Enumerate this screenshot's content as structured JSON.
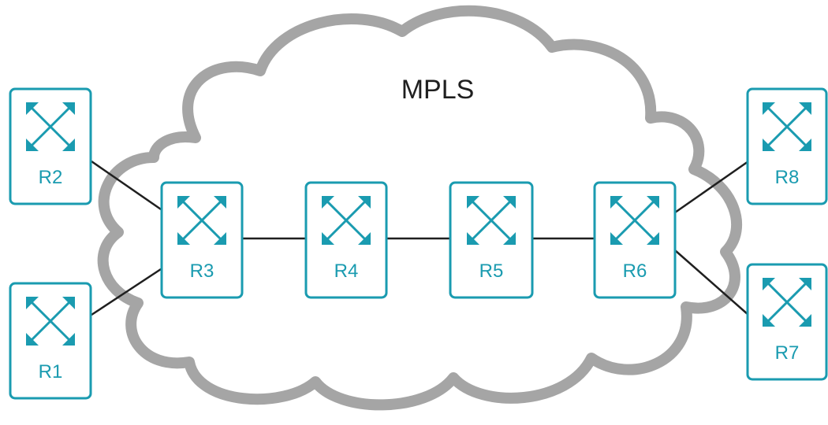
{
  "diagram": {
    "cloud_label": "MPLS",
    "routers": [
      {
        "id": "R1",
        "label": "R1"
      },
      {
        "id": "R2",
        "label": "R2"
      },
      {
        "id": "R3",
        "label": "R3"
      },
      {
        "id": "R4",
        "label": "R4"
      },
      {
        "id": "R5",
        "label": "R5"
      },
      {
        "id": "R6",
        "label": "R6"
      },
      {
        "id": "R7",
        "label": "R7"
      },
      {
        "id": "R8",
        "label": "R8"
      }
    ],
    "links": [
      [
        "R2",
        "R3"
      ],
      [
        "R1",
        "R3"
      ],
      [
        "R3",
        "R4"
      ],
      [
        "R4",
        "R5"
      ],
      [
        "R5",
        "R6"
      ],
      [
        "R6",
        "R8"
      ],
      [
        "R6",
        "R7"
      ]
    ],
    "colors": {
      "router": "#1a9bb0",
      "cloud": "#a5a5a5",
      "link": "#1f1f1f"
    }
  }
}
